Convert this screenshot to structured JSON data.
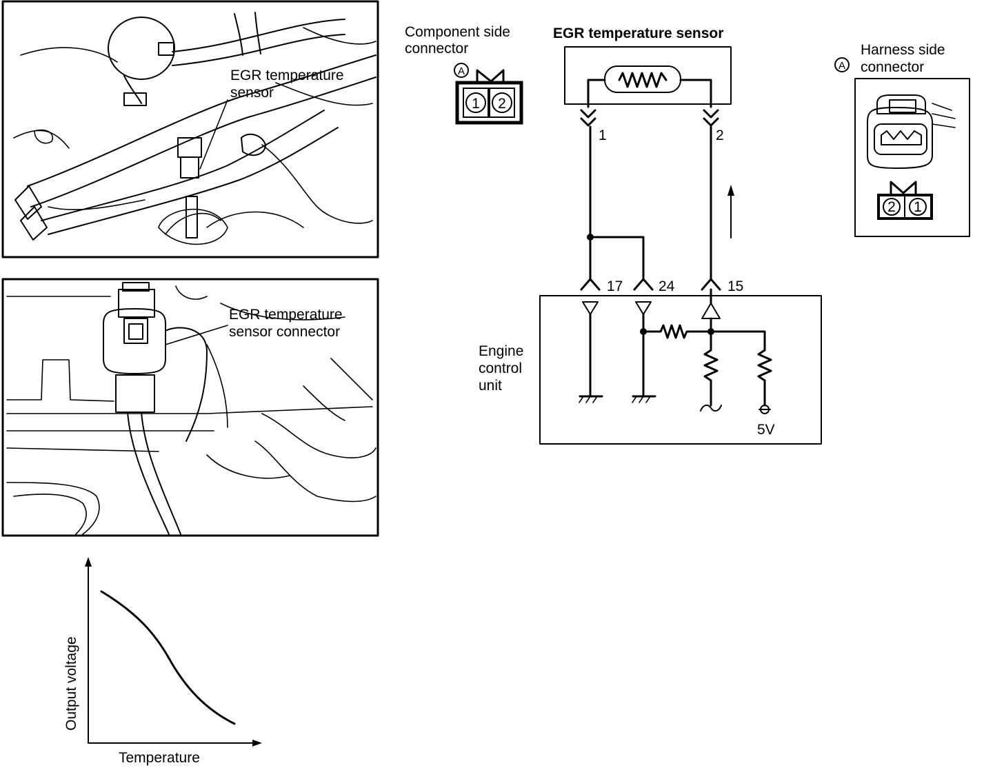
{
  "photo_top": {
    "label_line1": "EGR temperature",
    "label_line2": "sensor"
  },
  "photo_middle": {
    "label_line1": "EGR temperature",
    "label_line2": "sensor connector"
  },
  "graph": {
    "ylabel": "Output voltage",
    "xlabel": "Temperature"
  },
  "component_connector": {
    "label_line1": "Component side",
    "label_line2": "connector",
    "marker": "A",
    "pins": [
      "1",
      "2"
    ]
  },
  "sensor_box": {
    "title": "EGR temperature sensor",
    "pin_left": "1",
    "pin_right": "2"
  },
  "harness_connector": {
    "marker": "A",
    "label_line1": "Harness side",
    "label_line2": "connector",
    "pins": [
      "2",
      "1"
    ]
  },
  "ecu": {
    "label_line1": "Engine",
    "label_line2": "control",
    "label_line3": "unit",
    "terminal_a": "17",
    "terminal_b": "24",
    "terminal_c": "15",
    "supply": "5V"
  }
}
